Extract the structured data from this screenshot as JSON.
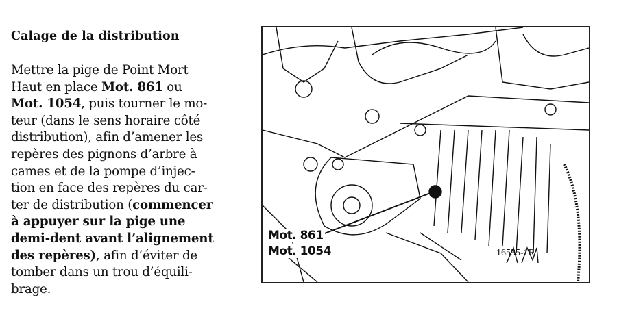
{
  "heading": "Calage de la distribution",
  "body_lines": [
    [
      [
        "Mettre la pige de Point Mort",
        false
      ]
    ],
    [
      [
        "Haut en place ",
        false
      ],
      [
        "Mot. 861",
        true
      ],
      [
        " ou",
        false
      ]
    ],
    [
      [
        "Mot. 1054",
        true
      ],
      [
        ", puis tourner le mo-",
        false
      ]
    ],
    [
      [
        "teur (dans le sens horaire côté",
        false
      ]
    ],
    [
      [
        "distribution), afin d’amener les",
        false
      ]
    ],
    [
      [
        "repères des pignons d’arbre à",
        false
      ]
    ],
    [
      [
        "cames et de la pompe d’injec-",
        false
      ]
    ],
    [
      [
        "tion en face des repères du car-",
        false
      ]
    ],
    [
      [
        "ter de distribution (",
        false
      ],
      [
        "commencer",
        true
      ]
    ],
    [
      [
        "à appuyer sur la pige une",
        true
      ]
    ],
    [
      [
        "demi-dent avant l’alignement",
        true
      ]
    ],
    [
      [
        "des repères)",
        true
      ],
      [
        ", afin d’éviter de",
        false
      ]
    ],
    [
      [
        "tomber dans un trou d’équili-",
        false
      ]
    ],
    [
      [
        "brage.",
        false
      ]
    ]
  ],
  "figure": {
    "label_1": "Mot. 861",
    "label_2": "Mot. 1054",
    "reference": "16535-1R"
  }
}
